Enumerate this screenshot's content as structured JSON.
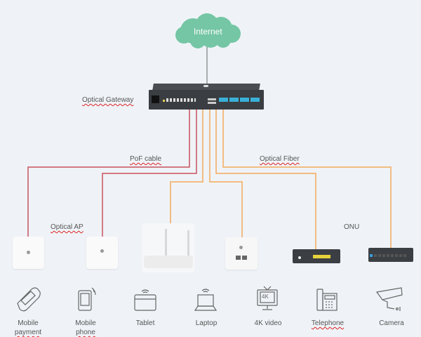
{
  "cloud": {
    "label": "Internet",
    "color": "#74c6a4"
  },
  "gateway": {
    "label": "Optical Gateway"
  },
  "cables": {
    "pof_label": "PoF cable",
    "fiber_label": "Optical Fiber",
    "pof_color": "#c8535f",
    "fiber_color": "#f3a95c"
  },
  "groups": {
    "optical_ap": "Optical AP",
    "onu": "ONU"
  },
  "endpoints": [
    {
      "line1": "Mobile",
      "line2": "payment",
      "icon": "pos-terminal-icon"
    },
    {
      "line1": "Mobile",
      "line2": "phone",
      "icon": "mobile-phone-icon"
    },
    {
      "line1": "Tablet",
      "line2": "",
      "icon": "tablet-icon"
    },
    {
      "line1": "Laptop",
      "line2": "",
      "icon": "laptop-icon"
    },
    {
      "line1": "4K video",
      "line2": "",
      "icon": "tv-4k-icon"
    },
    {
      "line1": "Telephone",
      "line2": "",
      "icon": "telephone-icon"
    },
    {
      "line1": "Camera",
      "line2": "",
      "icon": "camera-icon"
    }
  ],
  "tv_badge": "4K"
}
